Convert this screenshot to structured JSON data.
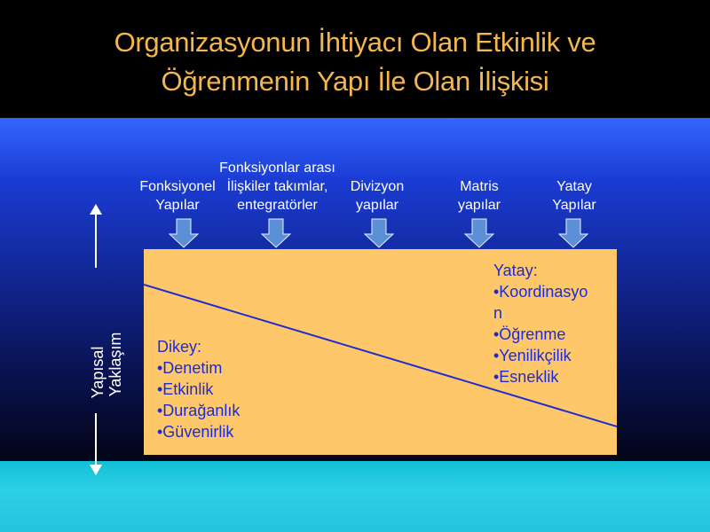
{
  "title": {
    "line1": "Organizasyonun İhtiyacı Olan Etkinlik ve",
    "line2": "Öğrenmenin Yapı İle Olan İlişkisi"
  },
  "structures": [
    {
      "lines": [
        "Fonksiyonel",
        "Yapılar"
      ]
    },
    {
      "lines": [
        "Fonksiyonlar arası",
        "İlişkiler takımlar,",
        "entegratörler"
      ]
    },
    {
      "lines": [
        "Divizyon",
        "yapılar"
      ]
    },
    {
      "lines": [
        "Matris",
        "yapılar"
      ]
    },
    {
      "lines": [
        "Yatay",
        "Yapılar"
      ]
    }
  ],
  "vertical": {
    "heading": "Dikey:",
    "items": [
      "•Denetim",
      "•Etkinlik",
      "•Durağanlık",
      "•Güvenirlik"
    ]
  },
  "horizontal": {
    "heading": "Yatay:",
    "items": [
      "•Koordinasyo",
      "n",
      "•Öğrenme",
      "•Yenilikçilik",
      "•Esneklik"
    ]
  },
  "axis_label": {
    "line1": "Yapısal",
    "line2": "Yaklaşım"
  },
  "colors": {
    "title_text": "#f4b64e",
    "panel_fill": "#fec86a",
    "panel_text": "#1e2bd0",
    "arrow_fill": "#5b8fd6"
  }
}
